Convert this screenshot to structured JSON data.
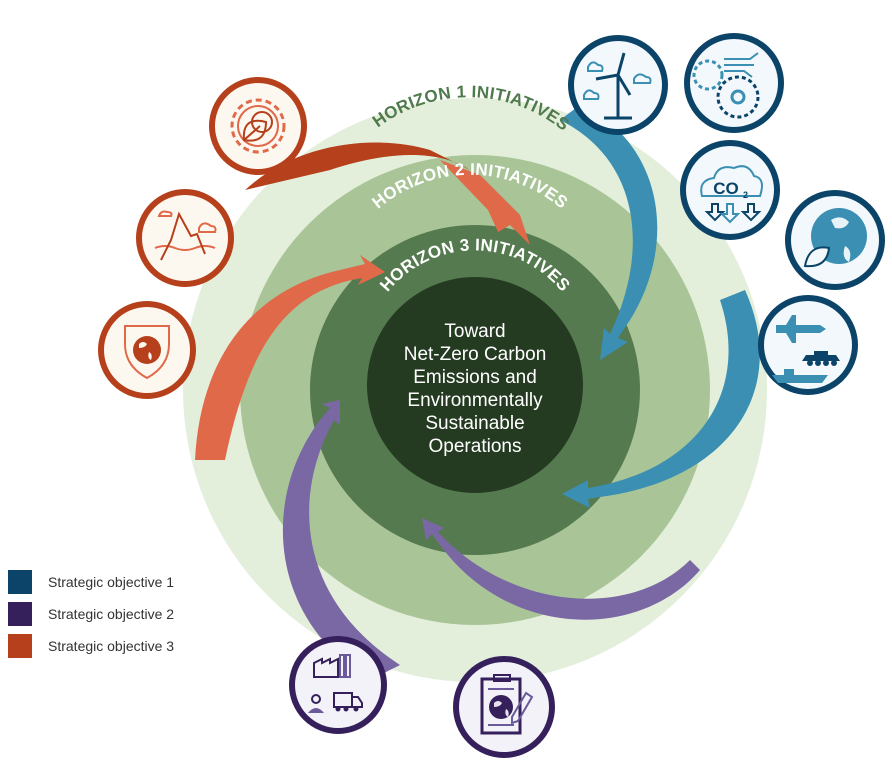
{
  "title_center": [
    "Toward",
    "Net-Zero Carbon",
    "Emissions and",
    "Environmentally",
    "Sustainable",
    "Operations"
  ],
  "rings": [
    {
      "label": "HORIZON 1 INITIATIVES",
      "fill": "#e3efdb",
      "text_color": "#4f7a4c"
    },
    {
      "label": "HORIZON 2 INITIATIVES",
      "fill": "#a9c597",
      "text_color": "#ffffff"
    },
    {
      "label": "HORIZON 3 INITIATIVES",
      "fill": "#567a4f",
      "text_color": "#ffffff"
    },
    {
      "label": "",
      "fill": "#243b21",
      "text_color": "#ffffff"
    }
  ],
  "legend": [
    {
      "label": "Strategic objective 1",
      "color": "#0b4468"
    },
    {
      "label": "Strategic objective 2",
      "color": "#35205c"
    },
    {
      "label": "Strategic objective 3",
      "color": "#b5401b"
    }
  ],
  "arrow_colors": {
    "objective1": {
      "dark": "#0b4468",
      "mid": "#3a8fb2",
      "light": "#cde6f2"
    },
    "objective2": {
      "dark": "#35205c",
      "mid": "#7a68a4",
      "light": "#d6d4ea"
    },
    "objective3": {
      "dark": "#b5401b",
      "mid": "#e0694a",
      "light": "#f4c9b2"
    }
  },
  "icons": [
    {
      "name": "wind-turbine-icon",
      "objective": 1
    },
    {
      "name": "gear-circuit-icon",
      "objective": 1
    },
    {
      "name": "co2-reduction-icon",
      "objective": 1,
      "text": "CO",
      "subscript": "2"
    },
    {
      "name": "globe-leaf-icon",
      "objective": 1
    },
    {
      "name": "military-vehicles-icon",
      "objective": 1
    },
    {
      "name": "factory-supply-chain-icon",
      "objective": 2
    },
    {
      "name": "clipboard-globe-icon",
      "objective": 2
    },
    {
      "name": "gear-leaf-icon",
      "objective": 3
    },
    {
      "name": "iceberg-icon",
      "objective": 3
    },
    {
      "name": "shield-globe-icon",
      "objective": 3
    }
  ]
}
